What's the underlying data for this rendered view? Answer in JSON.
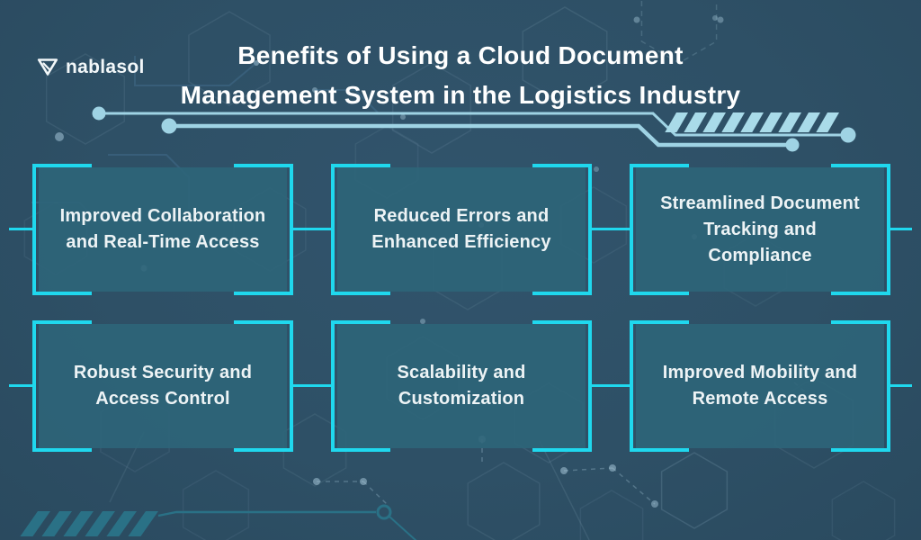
{
  "brand": {
    "logo_text": "nablasol"
  },
  "title": {
    "text": "Benefits of Using a Cloud Document\nManagement System in the Logistics Industry"
  },
  "benefits": [
    {
      "label": "Improved Collaboration\nand Real-Time Access"
    },
    {
      "label": "Reduced Errors and\nEnhanced Efficiency"
    },
    {
      "label": "Streamlined Document\nTracking and\nCompliance"
    },
    {
      "label": "Robust Security and\nAccess Control"
    },
    {
      "label": "Scalability and\nCustomization"
    },
    {
      "label": "Improved Mobility and\nRemote Access"
    }
  ],
  "colors": {
    "background": "#2e5066",
    "box_fill": "#2d6579",
    "box_fill_rgba": "rgba(45,101,121,0.9)",
    "bracket_cyan": "#1fd8ee",
    "header_accent": "#9fd3e4",
    "stripe_light": "#a9dbe9",
    "footer_teal": "#2a7186",
    "title_text": "#ffffff",
    "label_text": "#edf3f5",
    "logo_text_color": "#f2f7f9"
  }
}
